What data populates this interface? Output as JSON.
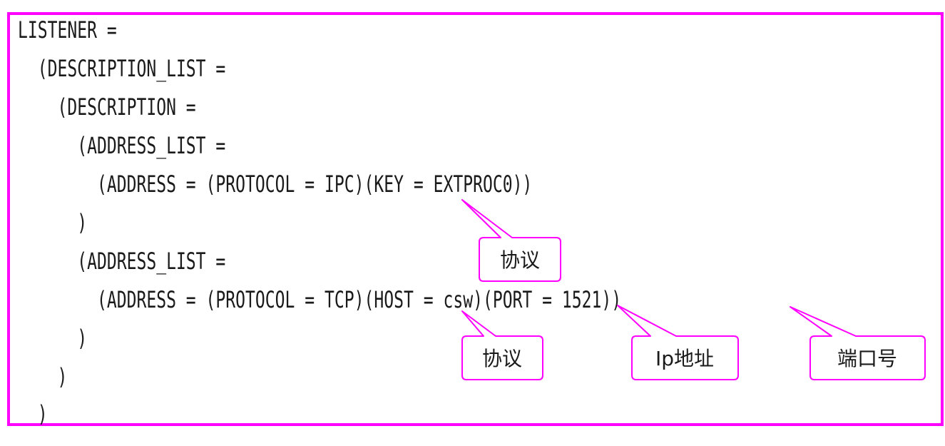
{
  "code_lines": [
    "LISTENER =",
    "  (DESCRIPTION_LIST =",
    "    (DESCRIPTION =",
    "      (ADDRESS_LIST =",
    "        (ADDRESS = (PROTOCOL = IPC)(KEY = EXTPROC0))",
    "      )",
    "      (ADDRESS_LIST =",
    "        (ADDRESS = (PROTOCOL = TCP)(HOST = csw)(PORT = 1521))",
    "      )",
    "    )",
    "  )"
  ],
  "callouts": {
    "ipc_protocol": "协议",
    "tcp_protocol": "协议",
    "host_ip": "Ip地址",
    "port_number": "端口号"
  },
  "colors": {
    "border": "#ff00ff",
    "text": "#1a1a1a",
    "background": "#ffffff"
  }
}
